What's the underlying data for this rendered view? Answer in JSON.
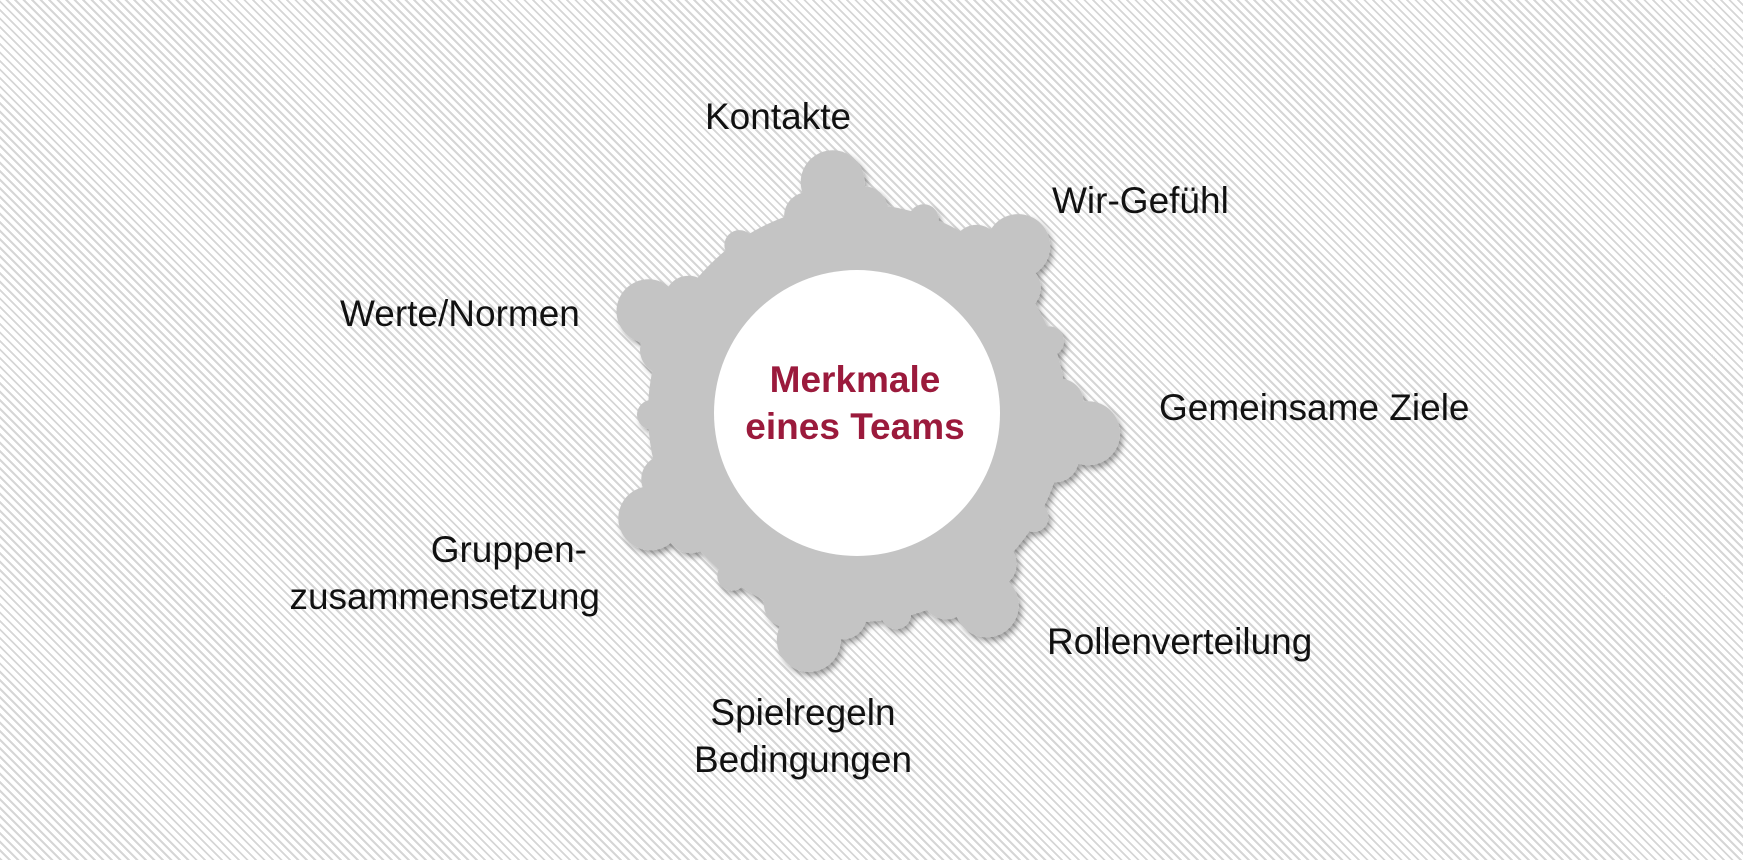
{
  "colors": {
    "figure": "#c4c4c4",
    "center_circle": "#ffffff",
    "center_text": "#9b1a3c",
    "label_text": "#111111"
  },
  "center": {
    "line1": "Merkmale",
    "line2": "eines Teams"
  },
  "features": {
    "kontakte": "Kontakte",
    "wir_gefuehl": "Wir-Gefühl",
    "gemeinsame_ziele": "Gemeinsame Ziele",
    "rollenverteilung": "Rollenverteilung",
    "spielregeln_line1": "Spielregeln",
    "spielregeln_line2": "Bedingungen",
    "gruppen_line1": "Gruppen-",
    "gruppen_line2": "zusammensetzung",
    "werte_normen": "Werte/Normen"
  }
}
